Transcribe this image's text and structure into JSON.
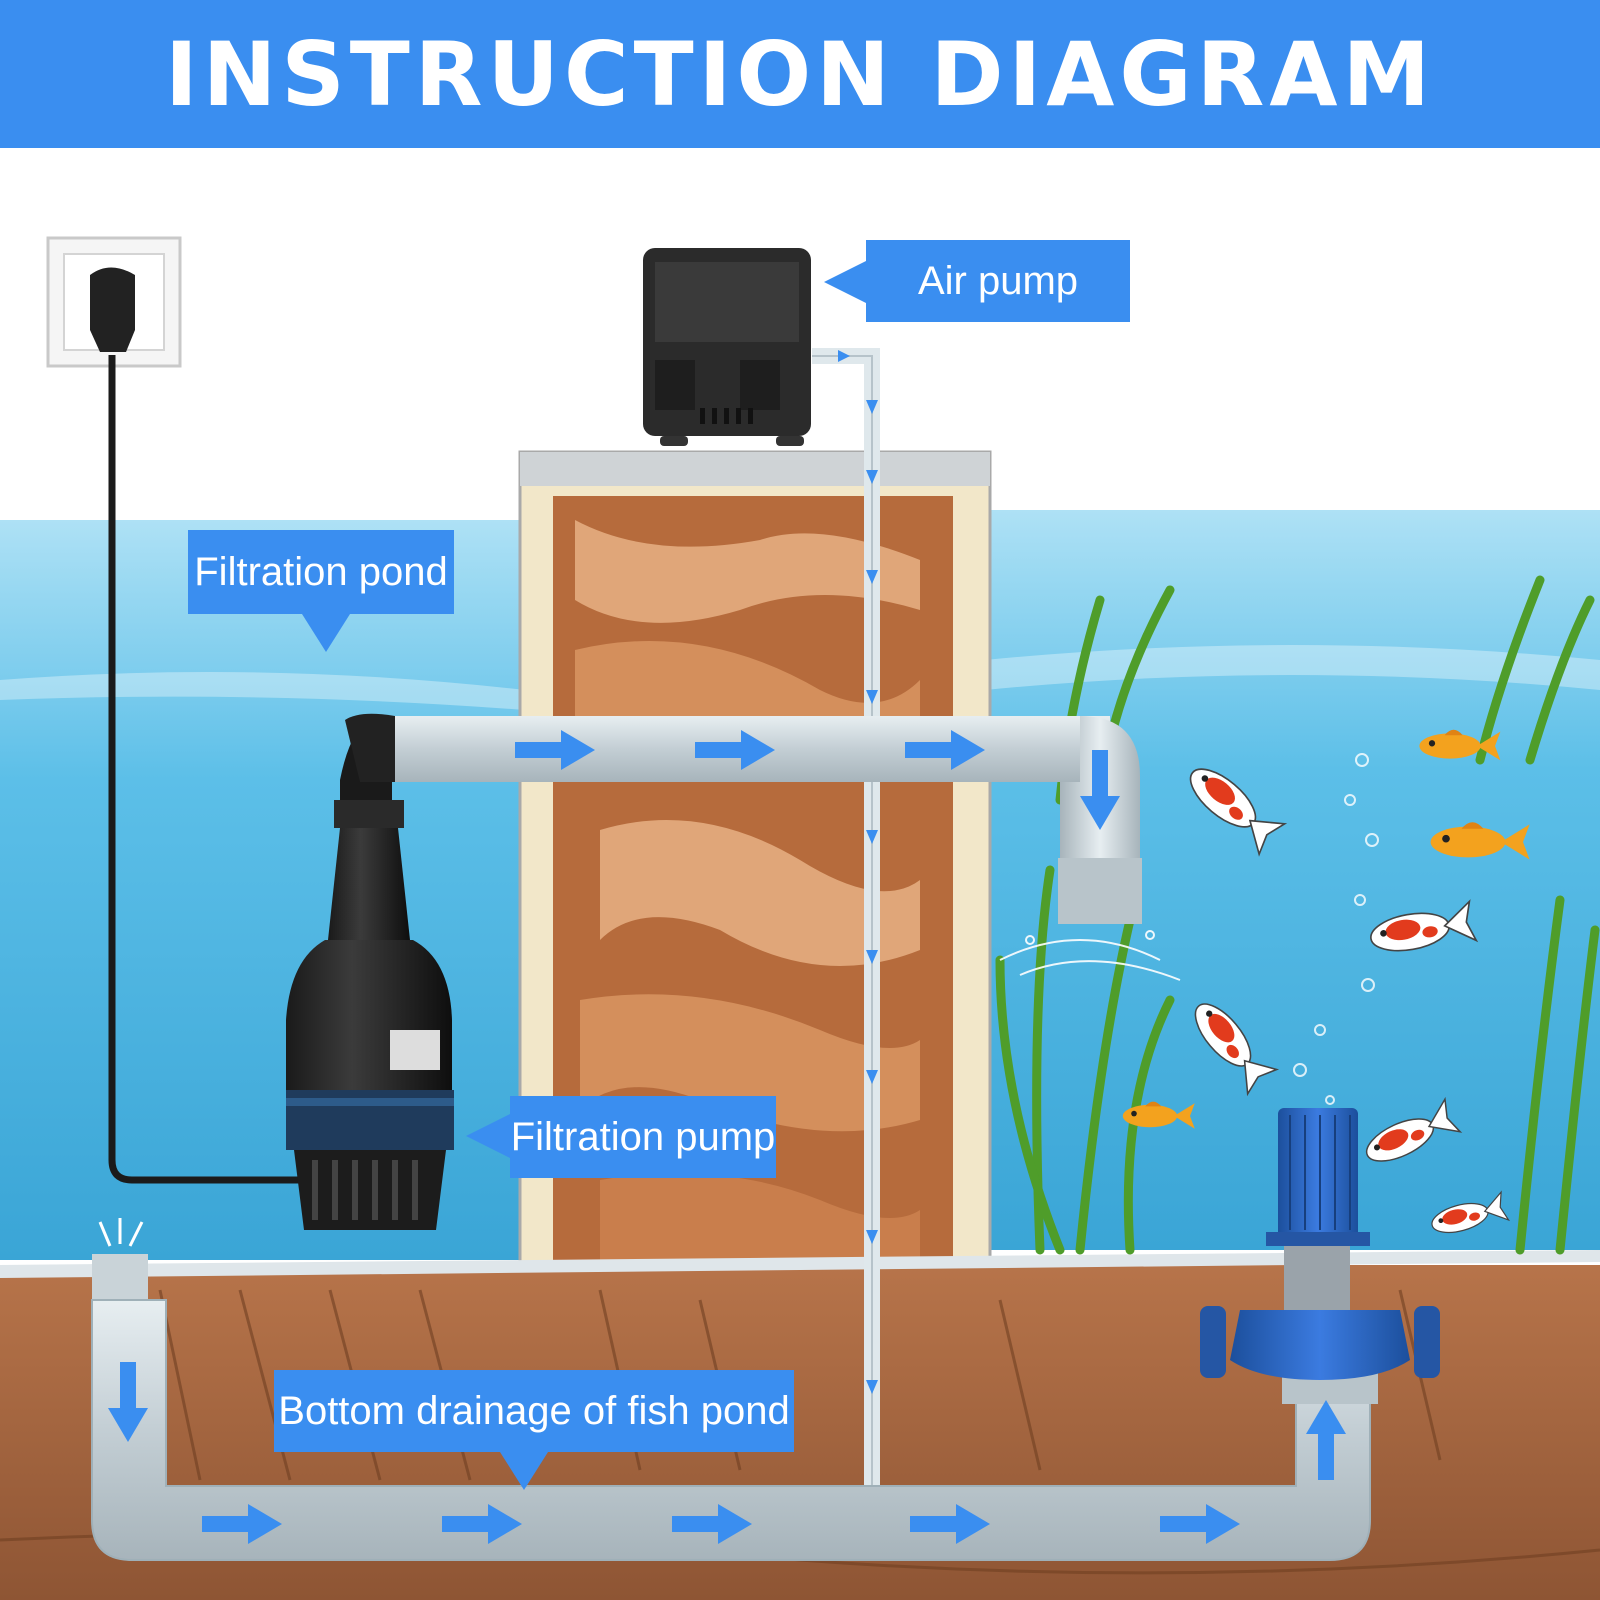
{
  "header": {
    "title": "INSTRUCTION DIAGRAM"
  },
  "labels": {
    "air_pump": "Air pump",
    "filtration_pond": "Filtration pond",
    "filtration_pump": "Filtration pump",
    "bottom_drainage": "Bottom drainage of fish pond"
  },
  "colors": {
    "accent": "#3a8ef0",
    "water": "#4fb3e3",
    "pipe": "#c9d4d9",
    "soil": "#a0603a",
    "flow_arrow": "#3a8ef0"
  },
  "icons": [
    "wall-socket-icon",
    "power-plug-icon",
    "air-pump-icon",
    "filtration-pump-icon",
    "circulation-pump-icon",
    "fish-icon",
    "water-plant-icon",
    "flow-arrow-icon"
  ]
}
